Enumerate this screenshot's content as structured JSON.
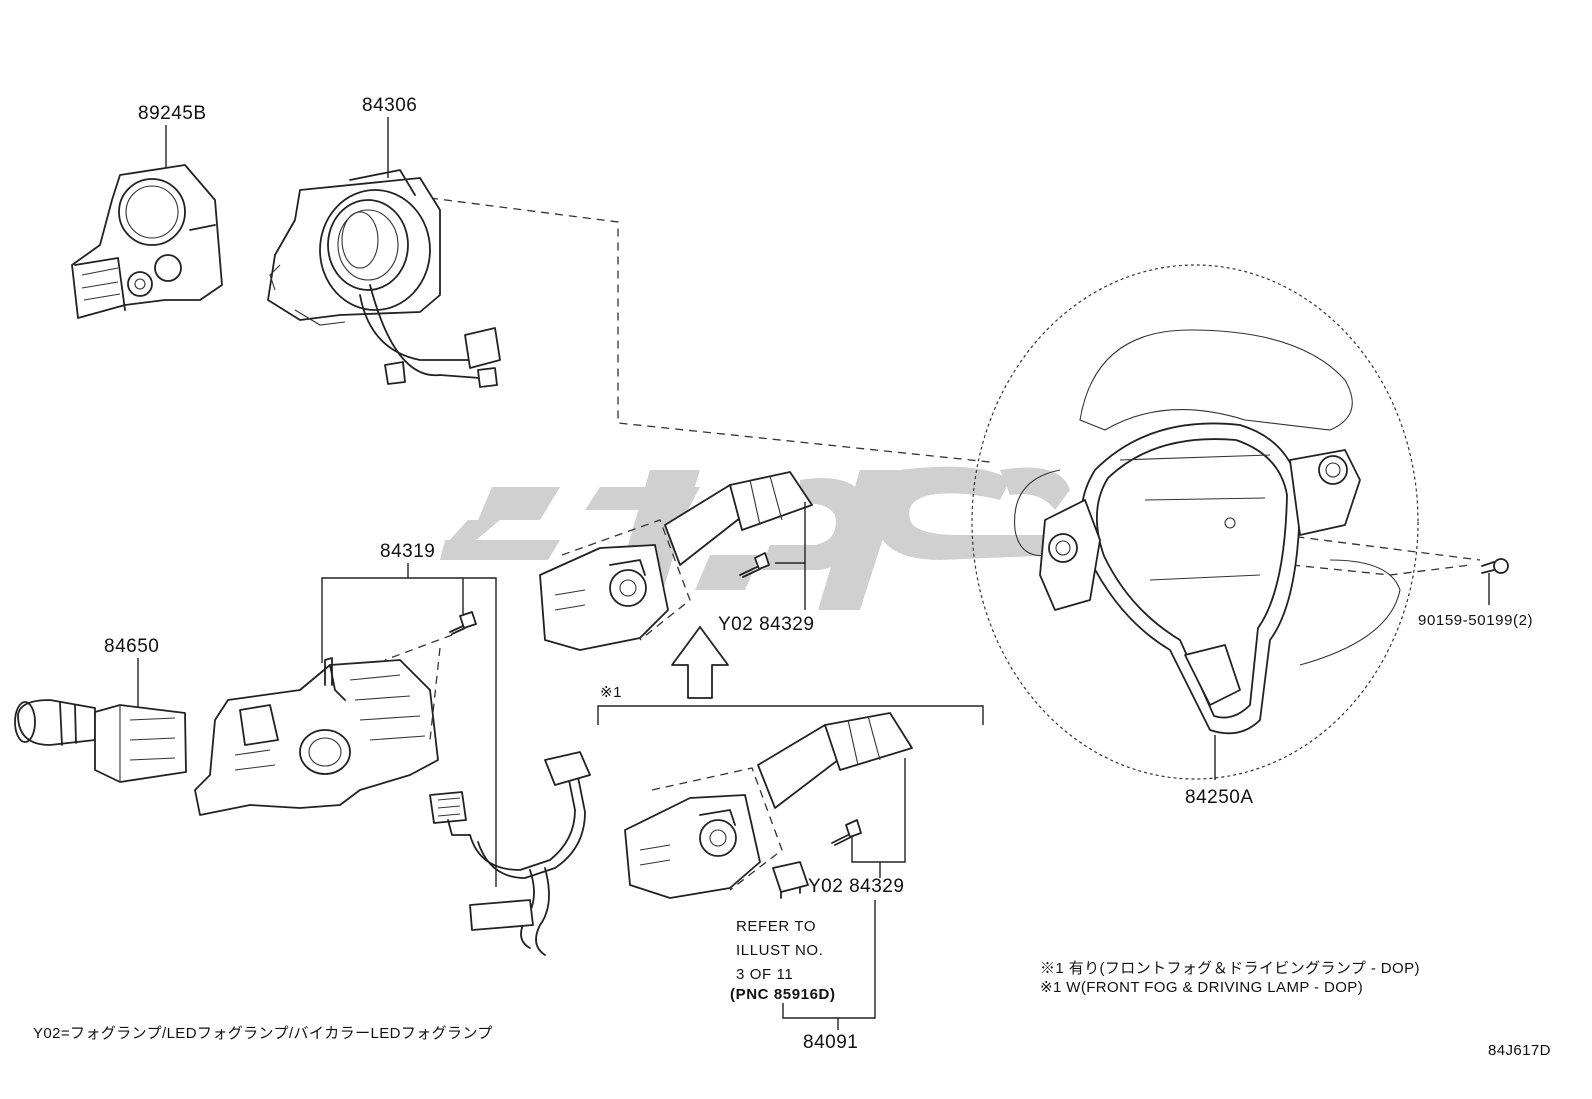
{
  "parts": {
    "p89245b": "89245B",
    "p84306": "84306",
    "p84319": "84319",
    "p84650": "84650",
    "p84250a": "84250A",
    "y02_84329_top": "Y02 84329",
    "y02_84329_bottom": "Y02 84329",
    "p90159": "90159-50199(2)",
    "p84091": "84091"
  },
  "marker": "※1",
  "refer": {
    "line1": "REFER TO",
    "line2": "ILLUST NO.",
    "line3": "3 OF 11",
    "line4": "(PNC  85916D)"
  },
  "notes": {
    "jp": "※1 有り(フロントフォグ＆ドライビングランプ - DOP)",
    "en": "※1 W(FRONT FOG & DRIVING LAMP - DOP)",
    "y02": "Y02=フォグランプ/LEDフォグランプ/バイカラーLEDフォグランプ"
  },
  "figure_code": "84J617D",
  "watermark_color": "#c8c8c8",
  "icons": [
    "steering-wheel-icon",
    "spiral-cable-icon",
    "steering-sensor-icon",
    "combination-switch-icon",
    "wiper-switch-icon",
    "headlight-switch-icon",
    "screw-icon",
    "connector-icon",
    "arrow-up-icon"
  ]
}
